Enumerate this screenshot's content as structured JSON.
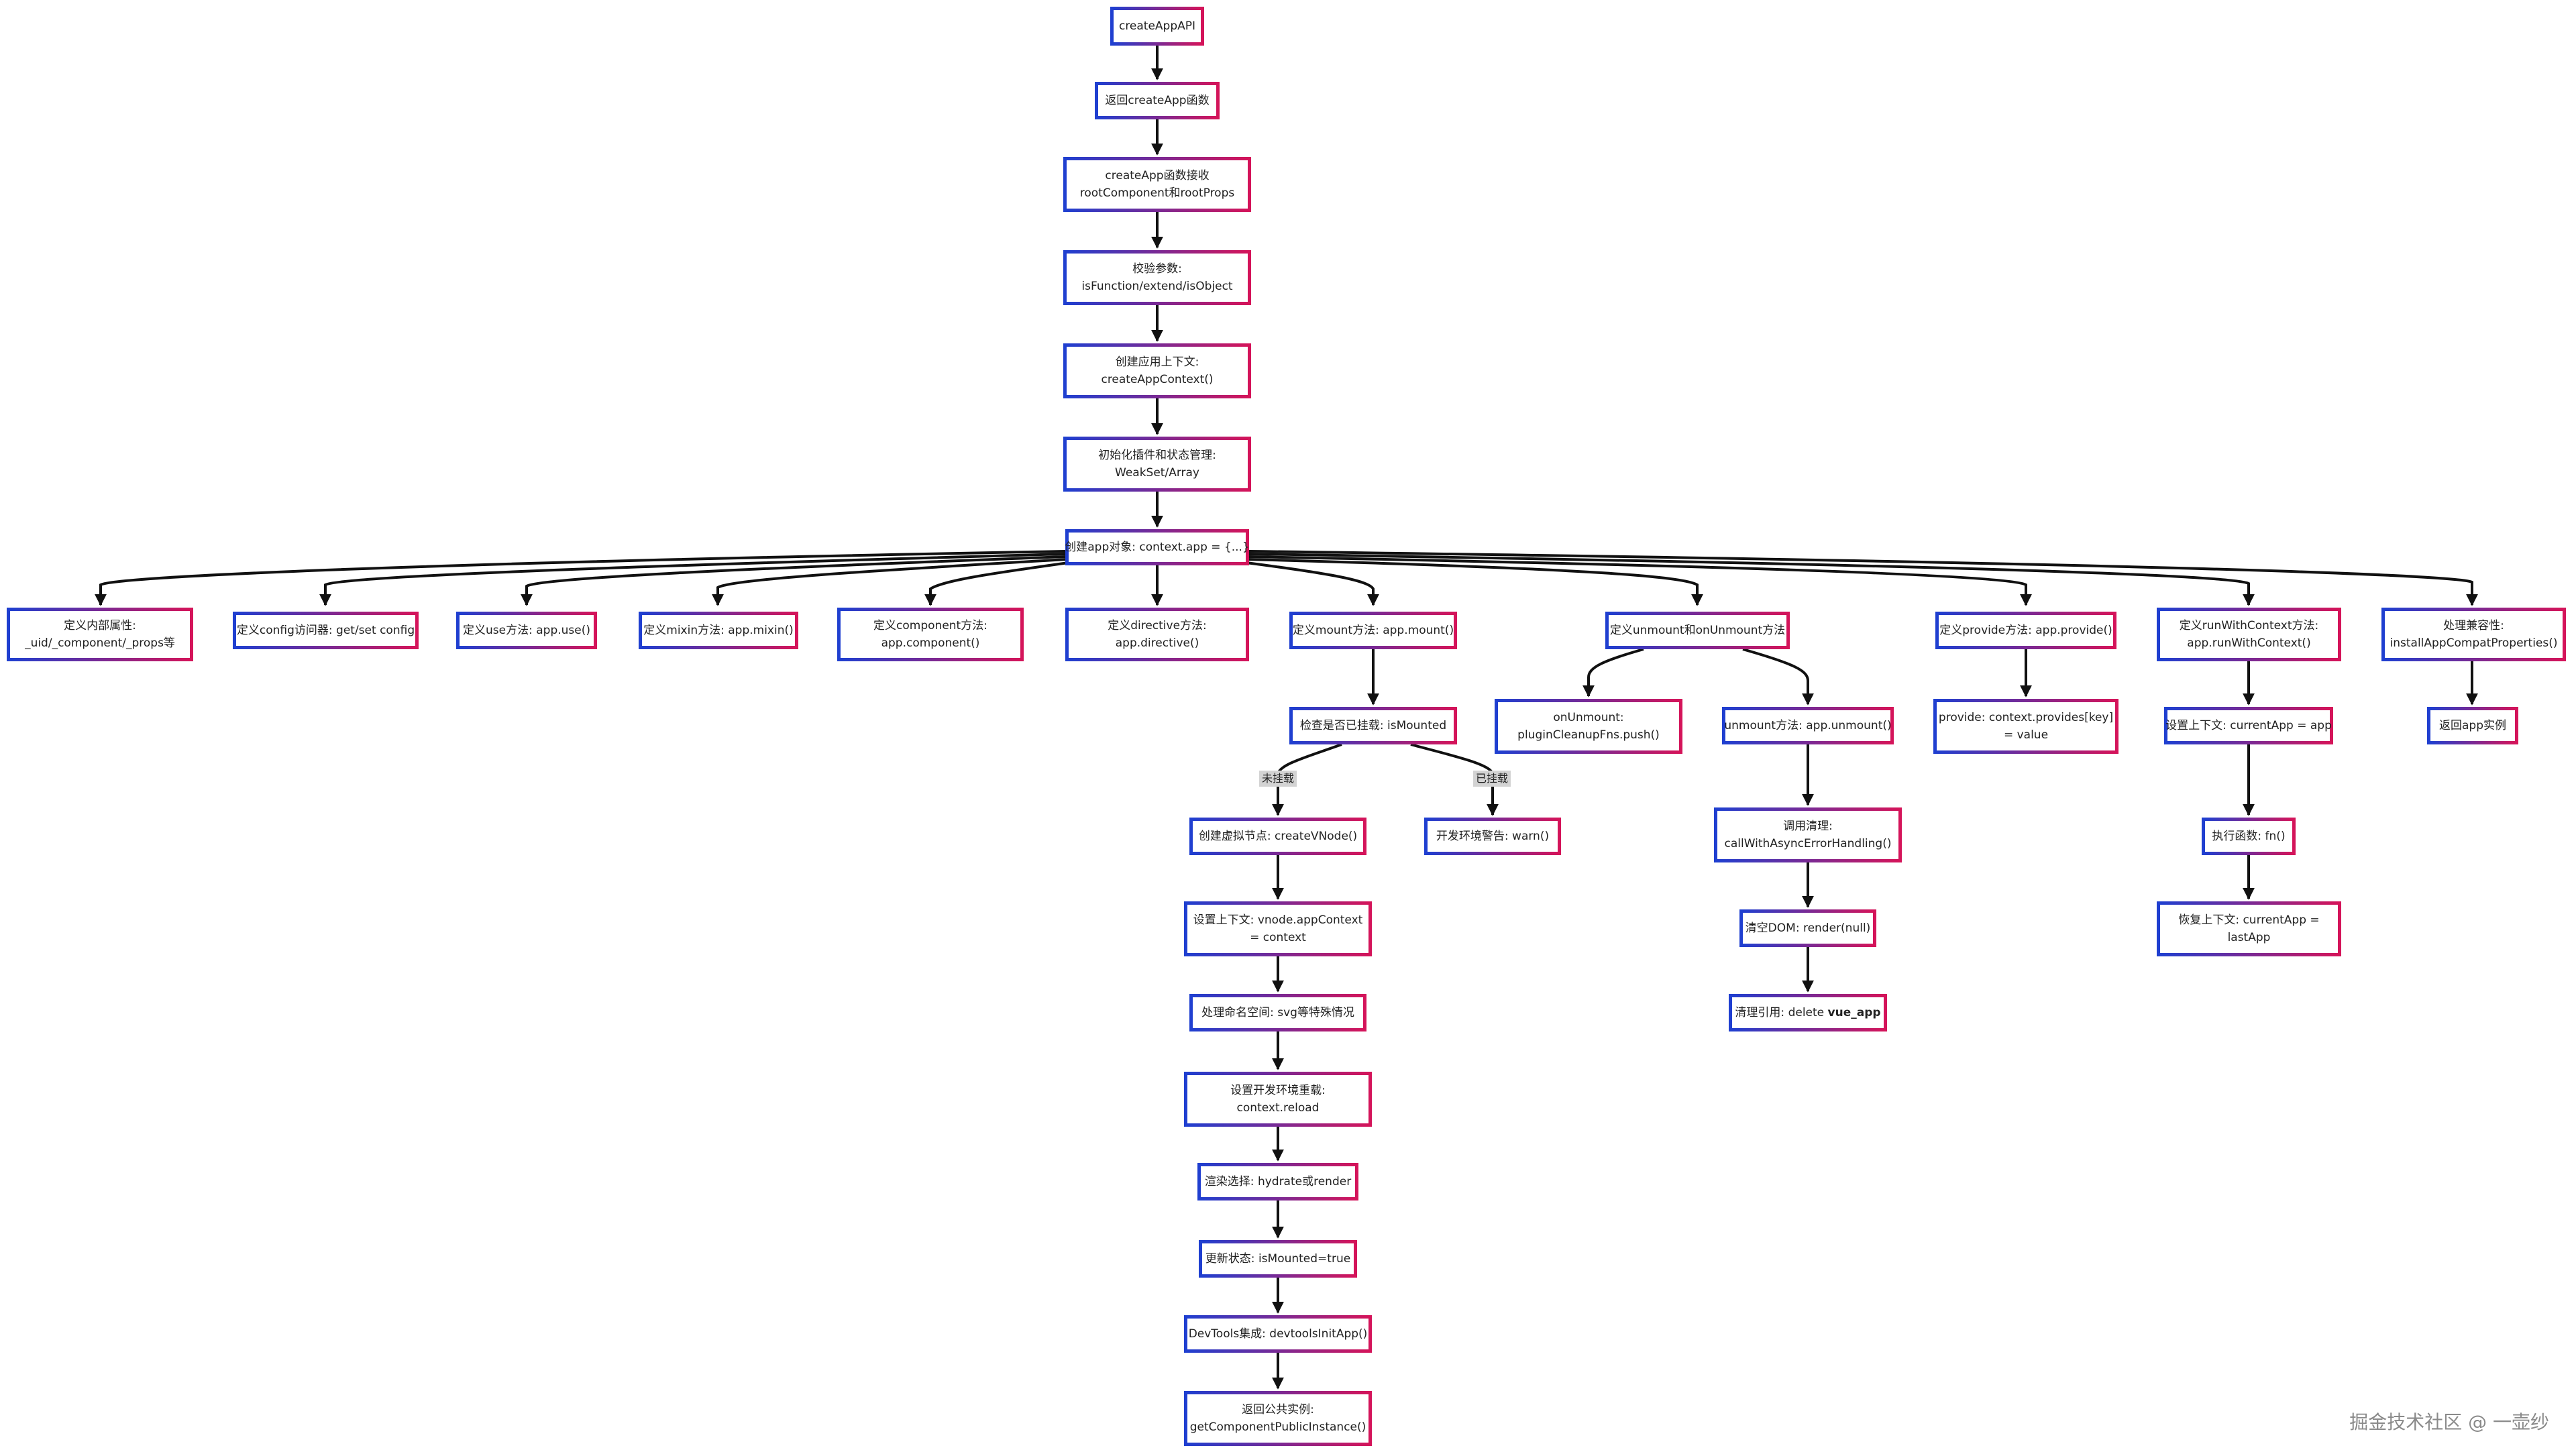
{
  "nodes": {
    "root": "createAppAPI",
    "ret": "返回createApp函数",
    "recv": [
      "createApp函数接收",
      "rootComponent和rootProps"
    ],
    "check": [
      "校验参数:",
      "isFunction/extend/isObject"
    ],
    "ctx": [
      "创建应用上下文:",
      "createAppContext()"
    ],
    "init": [
      "初始化插件和状态管理:",
      "WeakSet/Array"
    ],
    "app": "创建app对象: context.app = {...}",
    "internal": [
      "定义内部属性:",
      "_uid/_component/_props等"
    ],
    "config": "定义config访问器: get/set config",
    "use": "定义use方法: app.use()",
    "mixin": "定义mixin方法: app.mixin()",
    "component": [
      "定义component方法:",
      "app.component()"
    ],
    "directive": [
      "定义directive方法:",
      "app.directive()"
    ],
    "mount": "定义mount方法: app.mount()",
    "unmount": "定义unmount和onUnmount方法",
    "provide": "定义provide方法: app.provide()",
    "runctx": [
      "定义runWithContext方法:",
      "app.runWithContext()"
    ],
    "compat": [
      "处理兼容性:",
      "installAppCompatProperties()"
    ],
    "ismounted": "检查是否已挂载: isMounted",
    "vnode": "创建虚拟节点: createVNode()",
    "warn": "开发环境警告: warn()",
    "setctx": [
      "设置上下文: vnode.appContext",
      "= context"
    ],
    "ns": "处理命名空间: svg等特殊情况",
    "reload": [
      "设置开发环境重载:",
      "context.reload"
    ],
    "render": "渲染选择: hydrate或render",
    "state": "更新状态: isMounted=true",
    "devtools": "DevTools集成: devtoolsInitApp()",
    "pub": [
      "返回公共实例:",
      "getComponentPublicInstance()"
    ],
    "onunmount": [
      "onUnmount:",
      "pluginCleanupFns.push()"
    ],
    "unmountm": "unmount方法: app.unmount()",
    "cleanup": [
      "调用清理:",
      "callWithAsyncErrorHandling()"
    ],
    "cleardom": "清空DOM: render(null)",
    "clearref_prefix": "清理引用: delete ",
    "clearref_bold": "vue_app",
    "provideval": [
      "provide: context.provides[key]",
      "= value"
    ],
    "setcur": "设置上下文: currentApp = app",
    "exec": "执行函数: fn()",
    "restore": [
      "恢复上下文: currentApp =",
      "lastApp"
    ],
    "retapp": "返回app实例"
  },
  "edge_labels": {
    "not_mounted": "未挂载",
    "mounted": "已挂载"
  },
  "watermark": "掘金技术社区 @ 一壶纱",
  "colors": {
    "border_start": "#1f3fd0",
    "border_end": "#d4145a",
    "edge": "#111111",
    "label_bg": "#d3d3d3"
  }
}
